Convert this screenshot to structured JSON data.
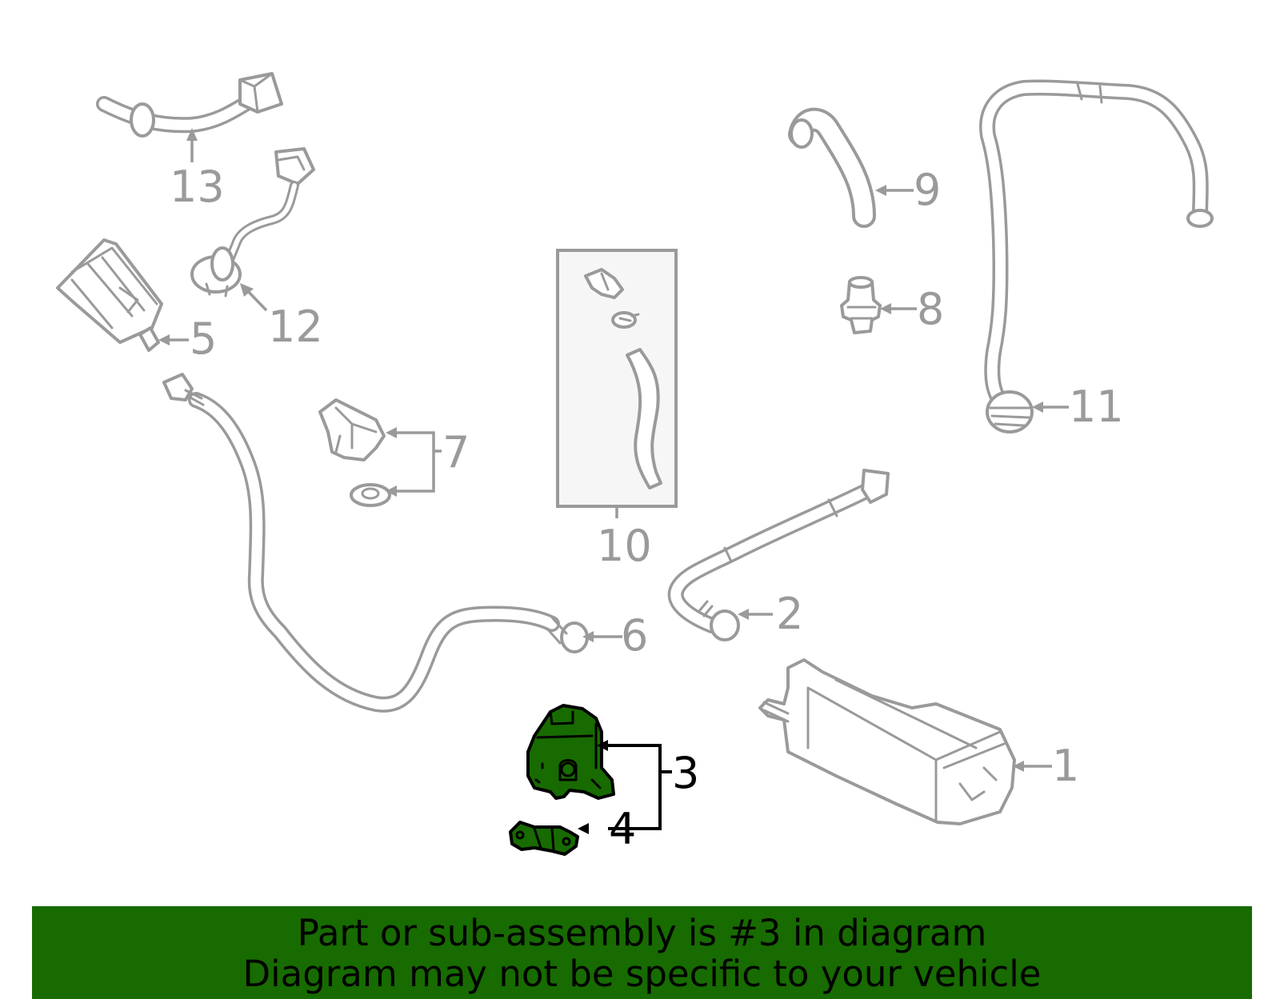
{
  "callouts": {
    "c1": "1",
    "c2": "2",
    "c3": "3",
    "c4": "4",
    "c5": "5",
    "c6": "6",
    "c7": "7",
    "c8": "8",
    "c9": "9",
    "c10": "10",
    "c11": "11",
    "c12": "12",
    "c13": "13"
  },
  "highlighted_part": "3",
  "colors": {
    "highlight": "#176b00",
    "outline": "#9a9a9a",
    "label_default": "#9a9a9a",
    "label_highlight": "#000000"
  },
  "banner": {
    "line1": "Part or sub-assembly is #3 in diagram",
    "line2": "Diagram may not be specific to your vehicle"
  }
}
